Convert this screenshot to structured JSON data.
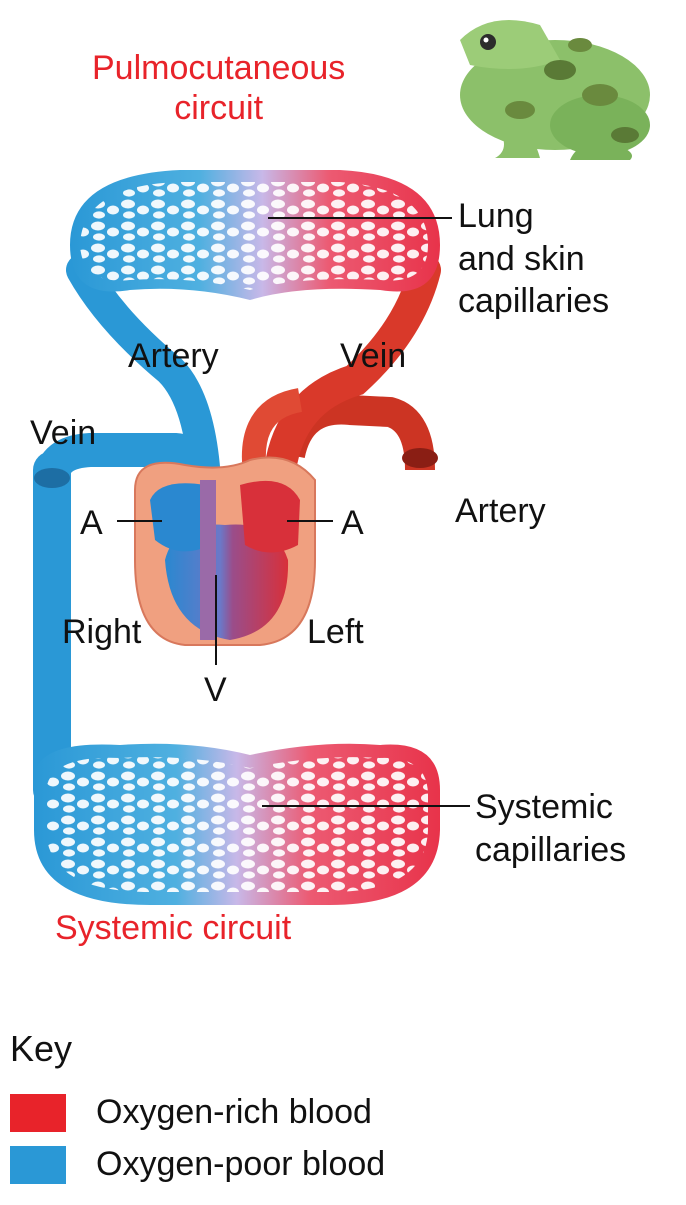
{
  "titles": {
    "pulmocutaneous": "Pulmocutaneous\ncircuit",
    "systemic": "Systemic circuit"
  },
  "labels": {
    "lung": "Lung\nand skin\ncapillaries",
    "artery_top": "Artery",
    "vein_top": "Vein",
    "vein_left": "Vein",
    "artery_right": "Artery",
    "atrium_left": "A",
    "atrium_right": "A",
    "right": "Right",
    "left": "Left",
    "ventricle": "V",
    "systemic_caps": "Systemic\ncapillaries"
  },
  "key": {
    "title": "Key",
    "items": [
      {
        "label": "Oxygen-rich blood",
        "color": "#e8232a"
      },
      {
        "label": "Oxygen-poor blood",
        "color": "#2a98d6"
      }
    ]
  },
  "colors": {
    "oxygen_rich": "#e8334a",
    "oxygen_poor": "#2a98d6",
    "heart": "#f0a080",
    "title_red": "#e8232a"
  },
  "icons": {
    "frog": "frog-illustration"
  }
}
